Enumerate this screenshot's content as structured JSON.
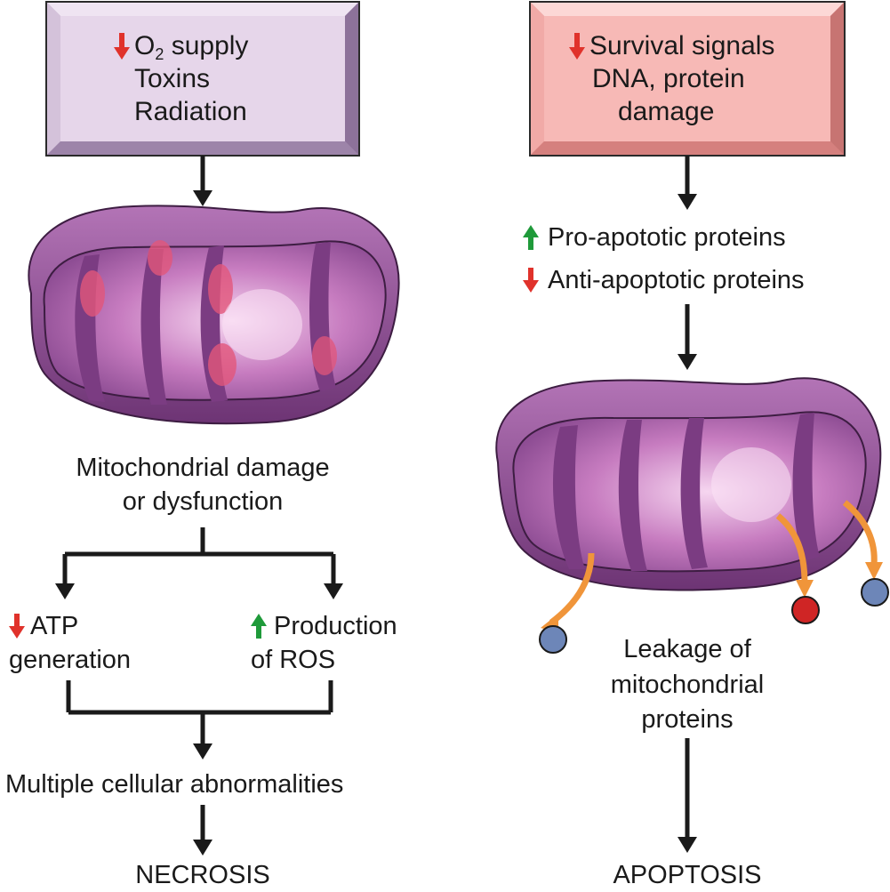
{
  "left_box": {
    "line1_pre": "O",
    "line1_sub": "2",
    "line1_post": " supply",
    "line2": "Toxins",
    "line3": "Radiation"
  },
  "right_box": {
    "line1": "Survival signals",
    "line2": "DNA, protein",
    "line3": "damage"
  },
  "left": {
    "mito_label_1": "Mitochondrial damage",
    "mito_label_2": "or dysfunction",
    "atp_1": "ATP",
    "atp_2": "generation",
    "ros_1": "Production",
    "ros_2": "of ROS",
    "abnormalities": "Multiple cellular abnormalities",
    "outcome": "NECROSIS"
  },
  "right": {
    "pro": "Pro-apototic proteins",
    "anti": "Anti-apoptotic proteins",
    "leak_1": "Leakage of",
    "leak_2": "mitochondrial",
    "leak_3": "proteins",
    "outcome": "APOPTOSIS"
  },
  "colors": {
    "left_box_fill": "#e6d6ea",
    "right_box_fill": "#f7b9b6",
    "decrease_arrow": "#e0322b",
    "increase_arrow": "#1f9a3a",
    "mito_outer": "#7a3d80",
    "leak_arrow": "#f0953a"
  }
}
